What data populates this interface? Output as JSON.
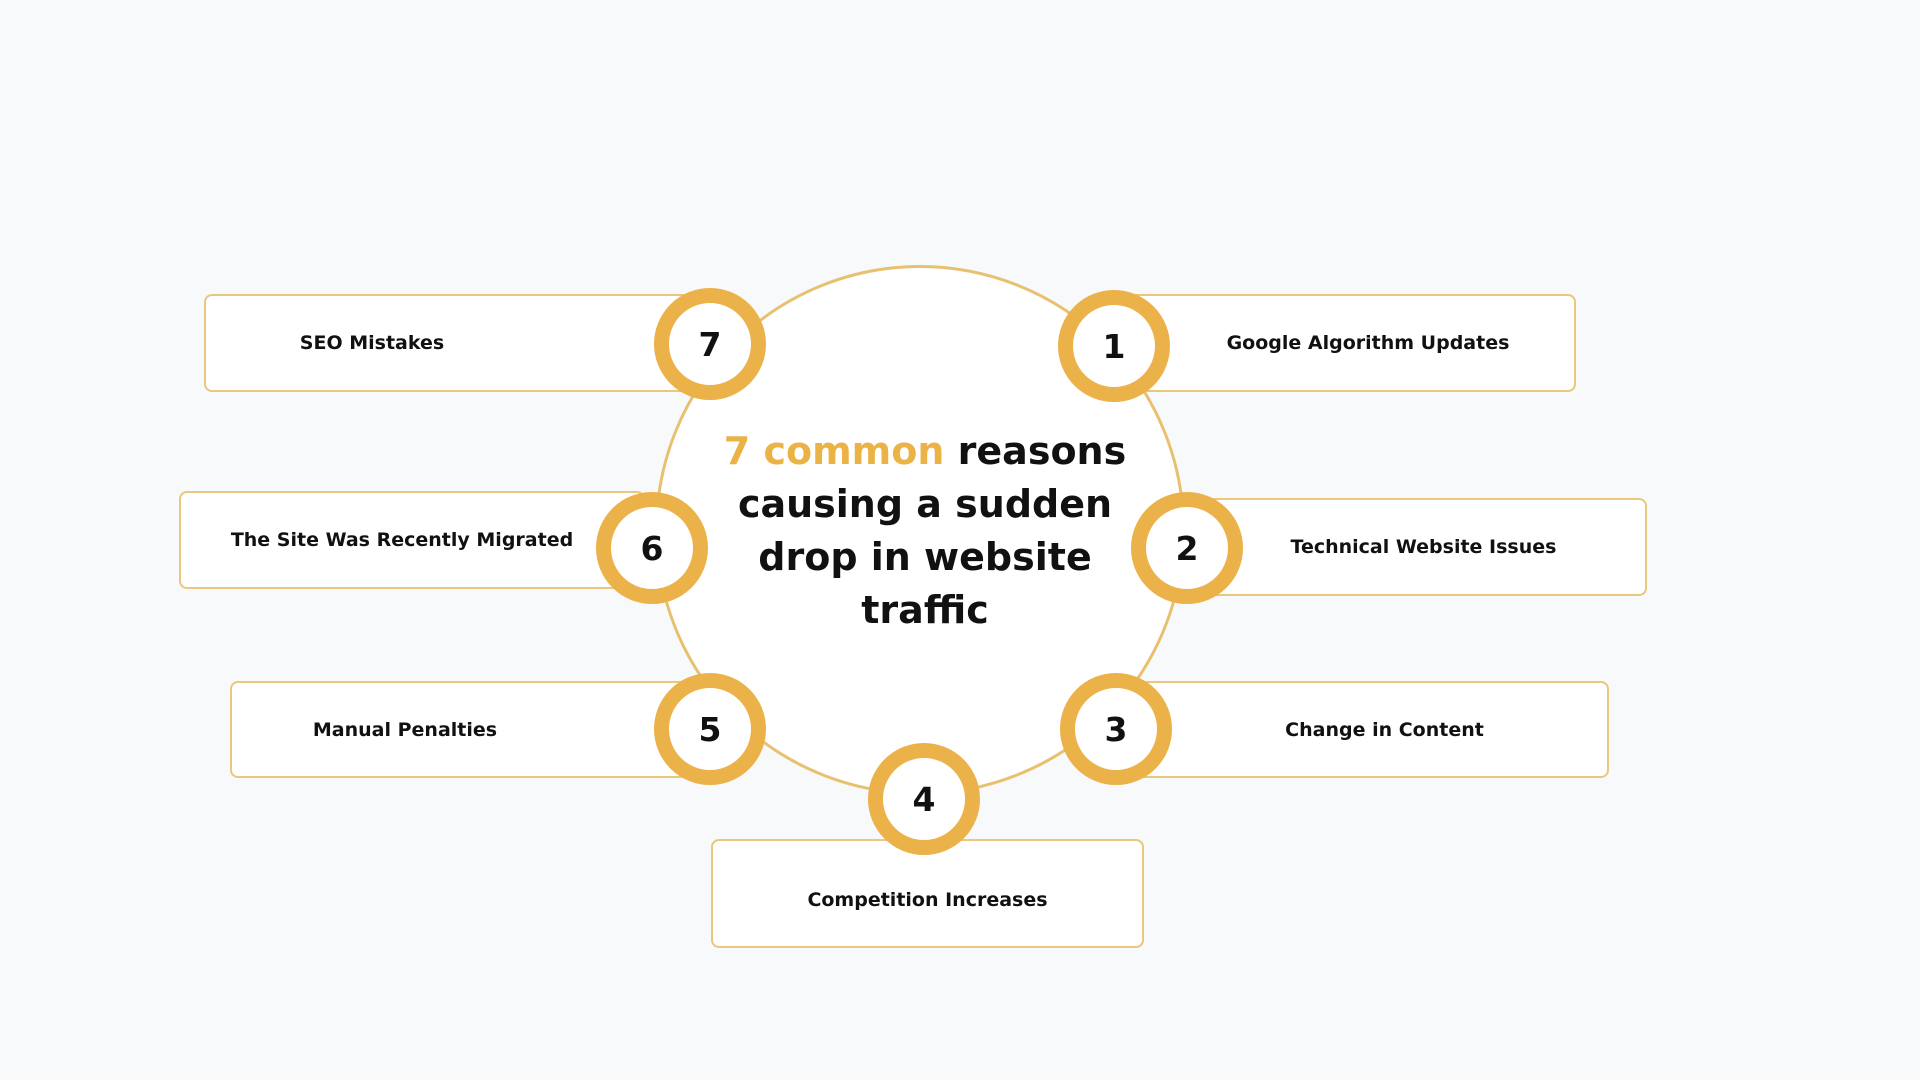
{
  "title": {
    "accent": "7 common",
    "rest": " reasons causing a sudden drop in website traffic"
  },
  "reasons": [
    {
      "number": "1",
      "label": "Google Algorithm Updates"
    },
    {
      "number": "2",
      "label": "Technical Website Issues"
    },
    {
      "number": "3",
      "label": "Change in Content"
    },
    {
      "number": "4",
      "label": "Competition Increases"
    },
    {
      "number": "5",
      "label": "Manual Penalties"
    },
    {
      "number": "6",
      "label": "The Site Was Recently Migrated"
    },
    {
      "number": "7",
      "label": "SEO Mistakes"
    }
  ],
  "colors": {
    "accent": "#ebb245",
    "border": "#e9c77c",
    "background": "#f8f9fa"
  }
}
